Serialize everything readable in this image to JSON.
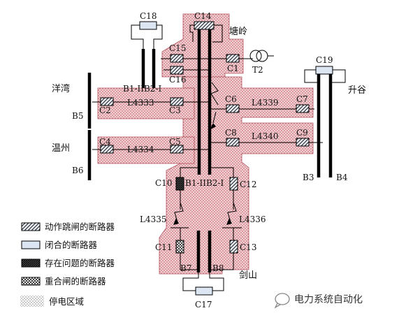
{
  "stations": {
    "tangling": "塘岭",
    "yangwan": "洋湾",
    "wenzhou": "温州",
    "shenggu": "升谷",
    "jianshan": "剑山"
  },
  "buses": {
    "b1_iib2_top": "B1-IIB2-I",
    "b1_iib2_mid": "B1-IIB2-I",
    "b5": "B5",
    "b6": "B6",
    "b3": "B3",
    "b4": "B4",
    "b7": "B7",
    "b8": "B8"
  },
  "breakers": {
    "c1": "C1",
    "c2": "C2",
    "c3": "C3",
    "c4": "C4",
    "c5": "C5",
    "c6": "C6",
    "c7": "C7",
    "c8": "C8",
    "c9": "C9",
    "c10": "C10",
    "c11": "C11",
    "c12": "C12",
    "c13": "C13",
    "c14": "C14",
    "c15": "C15",
    "c16": "C16",
    "c17": "C17",
    "c18": "C18",
    "c19": "C19"
  },
  "lines": {
    "l4333": "L4333",
    "l4334": "L4334",
    "l4339": "L4339",
    "l4340": "L4340",
    "l4335": "L4335",
    "l4336": "L4336"
  },
  "transformer": "T2",
  "legend": {
    "tripped": "动作跳闸的断路器",
    "closed": "闭合的断路器",
    "faulty": "存在问题的断路器",
    "reclosed": "重合闸的断路器",
    "outage": "停电区域"
  },
  "watermark": "电力系统自动化",
  "colors": {
    "outage_fill": "#f4cfd3",
    "outage_dot": "#b3565f",
    "breaker_closed_fill": "#dbe6f2",
    "bus": "#000000"
  }
}
